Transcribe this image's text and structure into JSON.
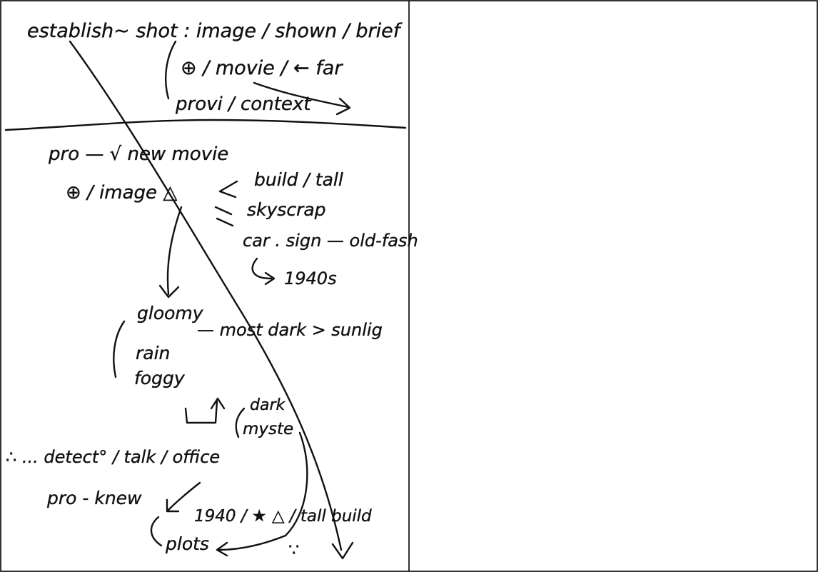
{
  "notes": {
    "header": {
      "line1": "establish~ shot : image / shown / brief",
      "line2": "⊕ / movie / ← far",
      "line3": "provi / context"
    },
    "setting": {
      "line1": "pro — √ new movie",
      "line2": "⊕ / image △",
      "detail1": "build / tall",
      "detail2": "skyscrap",
      "detail3": "car . sign — old-fash",
      "detail4": "1940s"
    },
    "mood": {
      "gloomy": "gloomy",
      "contrast": "— most dark > sunlig",
      "rain": "rain",
      "foggy": "foggy",
      "dark": "dark",
      "myste": "myste"
    },
    "plot": {
      "detective": "∴ ... detect° / talk / office",
      "pro": "pro - knew",
      "info": "1940 / ★ △ / tall build",
      "plots": "plots",
      "because": "∵"
    }
  }
}
